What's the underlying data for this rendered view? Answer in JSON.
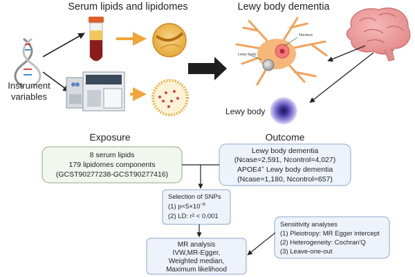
{
  "titles": {
    "serum": "Serum lipids and lipidomes",
    "lewy_dementia": "Lewy body dementia",
    "instrument_line1": "Instrument",
    "instrument_line2": "variables",
    "lewy_body": "Lewy body",
    "exposure": "Exposure",
    "outcome": "Outcome"
  },
  "neuron_labels": {
    "nucleus": "Nucleus",
    "lewy_body": "Lewy body"
  },
  "exposure_box": {
    "line1": "8 serum lipids",
    "line2": "179 lipidomes components",
    "line3": "(GCST90277238-GCST90277416)"
  },
  "outcome_box": {
    "line1": "Lewy body dementia",
    "line2": "(Ncase=2,591, Ncontrol=4,027)",
    "line3_prefix": "APOE4",
    "line3_sup": "+",
    "line3_suffix": "  Lewy body dementia",
    "line4": "(Ncase=1,180, Ncontrol=657)"
  },
  "snp_box": {
    "title": "Selection of SNPs",
    "item1_prefix": "(1)  p<5×10",
    "item1_exp": "−6",
    "item2": "(2)  LD: r² < 0.001"
  },
  "sensitivity_box": {
    "title": "Sensitivity analyses",
    "item1": "(1) Pleiotropy: MR Egger intercept",
    "item2": "(2) Heterogeneity: Cochran'Q",
    "item3": "(3) Leave-one-out"
  },
  "mr_box": {
    "line1": "MR analysis",
    "line2": "IVW,MR-Egger,",
    "line3": "Weighted median,",
    "line4": "Maximum likelihood"
  },
  "colors": {
    "box_fill": "#f1f6ee",
    "box_stroke": "#8fa889",
    "blue_fill": "#eef3fb",
    "blue_stroke": "#8ea6c8",
    "orange_arrow": "#f0a43a",
    "dark_arrow": "#222222"
  },
  "icons": [
    "dna-icon",
    "blood-tube-icon",
    "mass-spectrometer-icon",
    "lipid-particle-icon",
    "lipoprotein-icon",
    "neuron-icon",
    "brain-icon",
    "lewy-body-icon"
  ]
}
